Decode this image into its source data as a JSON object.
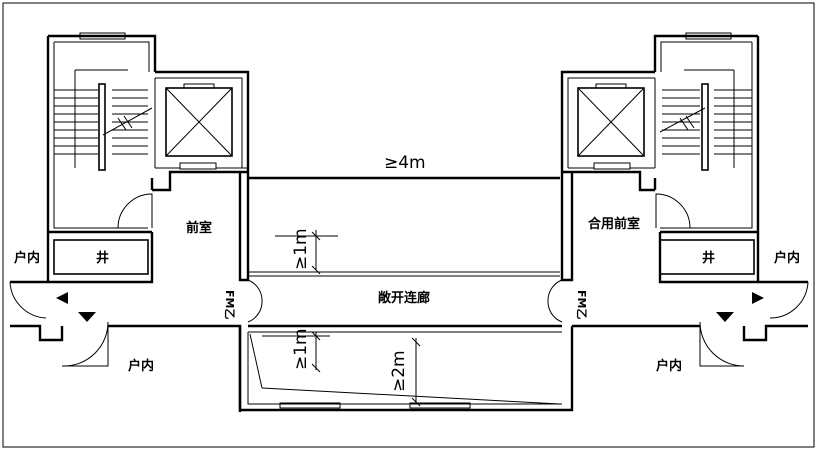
{
  "labels": {
    "front_room": "前室",
    "shared_front_room": "合用前室",
    "open_corridor": "敞开连廊",
    "shaft": "井",
    "indoor": "户内",
    "width_4m": "≥4m",
    "width_1m": "≥1m",
    "width_2m": "≥2m",
    "fm": "FM乙"
  }
}
